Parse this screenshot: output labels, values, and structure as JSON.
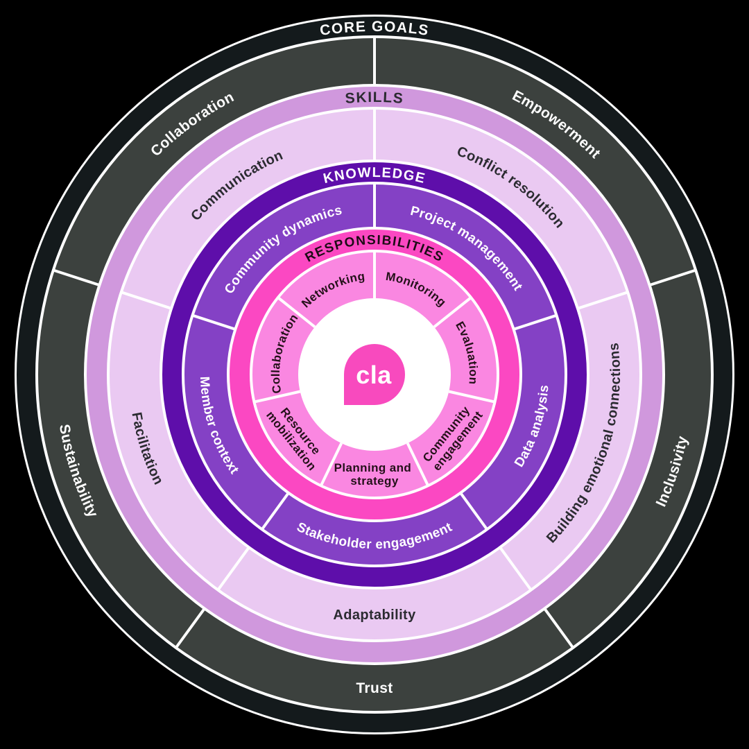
{
  "background_color": "#000000",
  "center": {
    "circle_color": "#ffffff"
  },
  "logo": {
    "text": "cla",
    "bubble_color": "#f84abe",
    "text_color": "#ffffff"
  },
  "rings": [
    {
      "id": "core-goals",
      "title": "CORE GOALS",
      "band_color": "#141a1c",
      "segment_color": "#3c413e",
      "title_color": "#ffffff",
      "label_color": "#ffffff",
      "segments": [
        {
          "label": "Collaboration"
        },
        {
          "label": "Empowerment"
        },
        {
          "label": "Inclusivity"
        },
        {
          "label": "Trust"
        },
        {
          "label": "Sustainability"
        }
      ]
    },
    {
      "id": "skills",
      "title": "SKILLS",
      "band_color": "#d098dd",
      "segment_color": "#eac9f2",
      "title_color": "#2b2b31",
      "label_color": "#2b2b31",
      "segments": [
        {
          "label": "Communication"
        },
        {
          "label": "Conflict resolution"
        },
        {
          "label": "Building emotional connections"
        },
        {
          "label": "Adaptability"
        },
        {
          "label": "Facilitation"
        }
      ]
    },
    {
      "id": "knowledge",
      "title": "KNOWLEDGE",
      "band_color": "#5e0eaa",
      "segment_color": "#8441c5",
      "title_color": "#ffffff",
      "label_color": "#ffffff",
      "segments": [
        {
          "label": "Community dynamics"
        },
        {
          "label": "Project management"
        },
        {
          "label": "Data analysis"
        },
        {
          "label": "Stakeholder engagement"
        },
        {
          "label": "Member context"
        }
      ]
    },
    {
      "id": "responsibilities",
      "title": "RESPONSIBILITIES",
      "band_color": "#fb48c2",
      "segment_color": "#fa87e1",
      "title_color": "#1d0c16",
      "label_color": "#241019",
      "segments": [
        {
          "label": "Networking"
        },
        {
          "label": "Monitoring"
        },
        {
          "label": "Evaluation"
        },
        {
          "label": "Community engagement",
          "lines": [
            "Community",
            "engagement"
          ]
        },
        {
          "label": "Planning and strategy",
          "lines": [
            "Planning and",
            "strategy"
          ]
        },
        {
          "label": "Resource mobilization",
          "lines": [
            "Resource",
            "mobilization"
          ]
        },
        {
          "label": "Collaboration"
        }
      ]
    }
  ]
}
